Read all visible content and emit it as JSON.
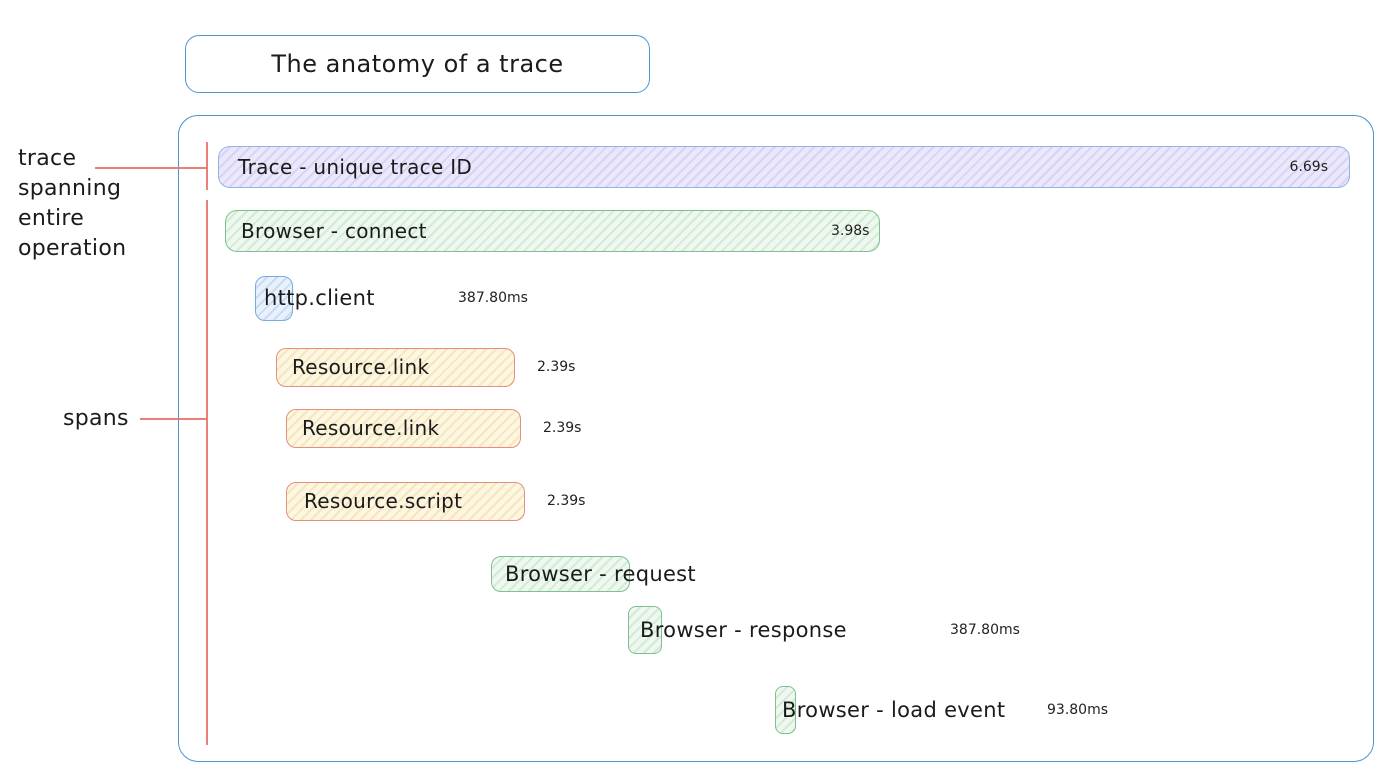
{
  "title": "The anatomy of a trace",
  "annotations": {
    "trace_note": "trace\nspanning\nentire\noperation",
    "spans_note": "spans"
  },
  "trace_bar": {
    "label": "Trace - unique trace ID",
    "duration": "6.69s",
    "color": "purple"
  },
  "spans": [
    {
      "label": "Browser - connect",
      "duration": "3.98s",
      "color": "green"
    },
    {
      "label": "http.client",
      "duration": "387.80ms",
      "color": "blue"
    },
    {
      "label": "Resource.link",
      "duration": "2.39s",
      "color": "yellow"
    },
    {
      "label": "Resource.link",
      "duration": "2.39s",
      "color": "yellow"
    },
    {
      "label": "Resource.script",
      "duration": "2.39s",
      "color": "yellow"
    },
    {
      "label": "Browser - request",
      "color": "green"
    },
    {
      "label": "Browser - response",
      "duration": "387.80ms",
      "color": "green"
    },
    {
      "label": "Browser - load event",
      "duration": "93.80ms",
      "color": "green"
    }
  ],
  "colors": {
    "outline_blue": "#4d94d2",
    "trace_fill": "#ece8fb",
    "trace_border": "#90b4e6",
    "green_border": "#80c08e",
    "blue_border": "#79abdf",
    "yellow_border": "#e98d80",
    "annotation_red": "#e4736c",
    "text": "#1b1b1b"
  }
}
